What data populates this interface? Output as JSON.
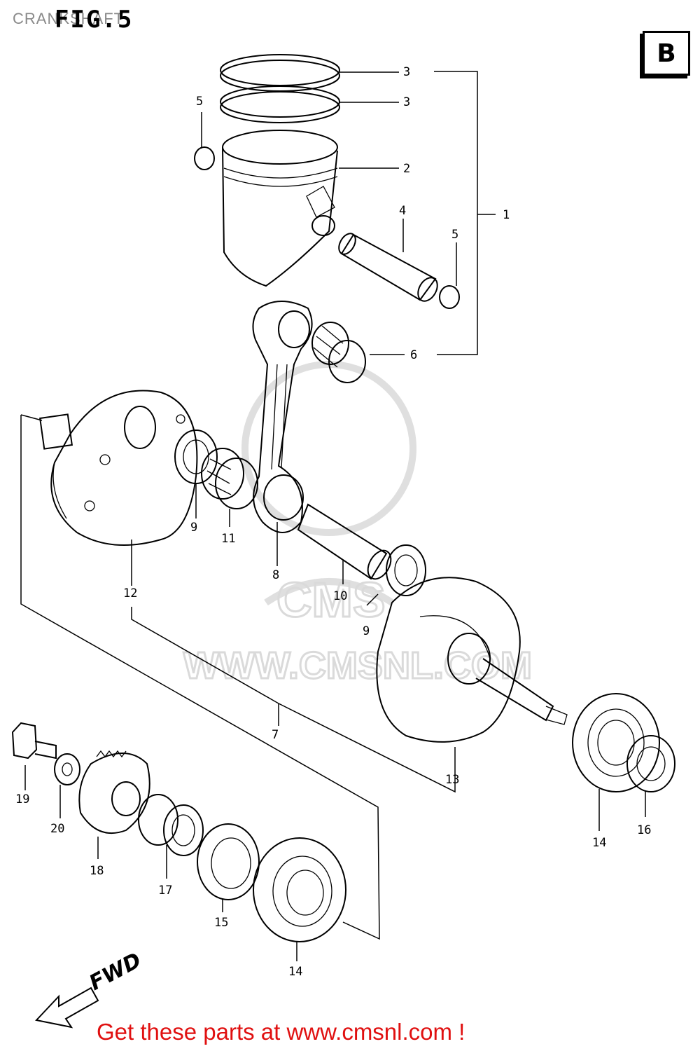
{
  "header": {
    "title": "CRANKSHAFT",
    "figure_label": "FIG.5",
    "section_letter": "B"
  },
  "watermark": {
    "text": "WWW.CMSNL.COM",
    "logo_text": "CMS"
  },
  "callouts": [
    "3",
    "3",
    "5",
    "2",
    "4",
    "1",
    "5",
    "6",
    "9",
    "11",
    "8",
    "12",
    "10",
    "9",
    "7",
    "13",
    "14",
    "16",
    "19",
    "20",
    "18",
    "17",
    "15",
    "14"
  ],
  "direction_label": "FWD",
  "footer": {
    "text": "Get these parts at www.cmsnl.com !",
    "color": "#e01010"
  }
}
